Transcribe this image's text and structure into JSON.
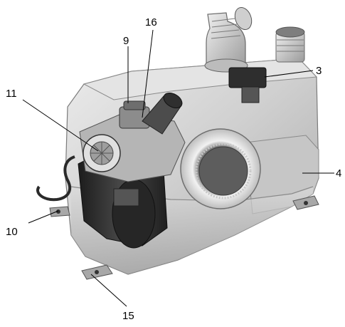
{
  "figure": {
    "subject": "pump-unit",
    "callouts": [
      {
        "id": "callout-3",
        "label": "3"
      },
      {
        "id": "callout-4",
        "label": "4"
      },
      {
        "id": "callout-9",
        "label": "9"
      },
      {
        "id": "callout-10",
        "label": "10"
      },
      {
        "id": "callout-11",
        "label": "11"
      },
      {
        "id": "callout-15",
        "label": "15"
      },
      {
        "id": "callout-16",
        "label": "16"
      }
    ],
    "colors": {
      "tank": "#d4d4d4",
      "tank_dark": "#8a8a8a",
      "motor": "#2a2a2a",
      "ring": "#e9e9e9",
      "background": "#ffffff"
    }
  }
}
